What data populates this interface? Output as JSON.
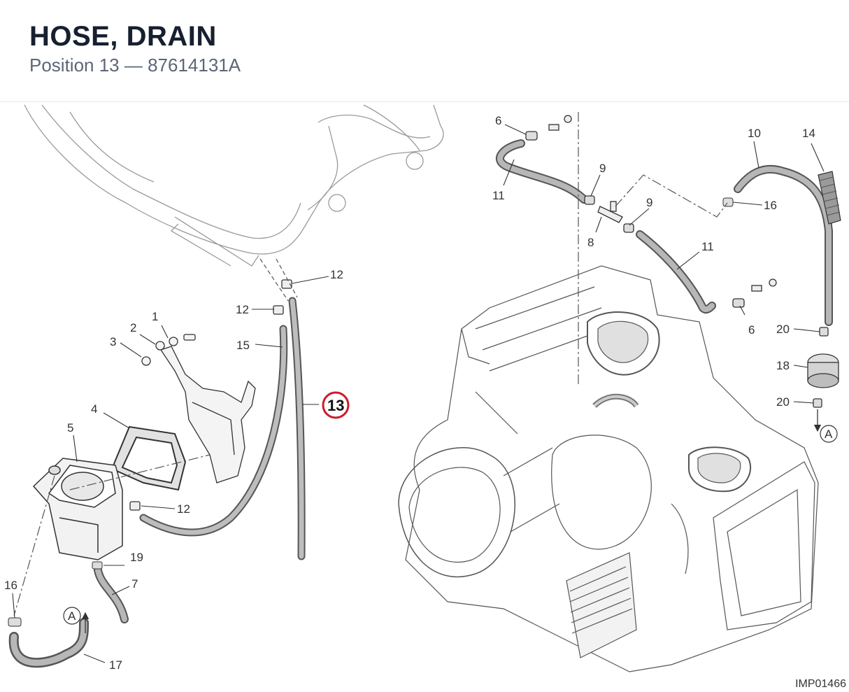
{
  "header": {
    "title": "HOSE, DRAIN",
    "subtitle": "Position 13 — 87614131A"
  },
  "image_code": "IMP01466",
  "highlight_color": "#d0192a",
  "callouts": {
    "c1": "1",
    "c2": "2",
    "c3": "3",
    "c4": "4",
    "c5": "5",
    "c6a": "6",
    "c6b": "6",
    "c7": "7",
    "c8": "8",
    "c9a": "9",
    "c9b": "9",
    "c10": "10",
    "c11a": "11",
    "c11b": "11",
    "c12a": "12",
    "c12b": "12",
    "c12c": "12",
    "c13": "13",
    "c14": "14",
    "c15": "15",
    "c16a": "16",
    "c16b": "16",
    "c17": "17",
    "c18": "18",
    "c19": "19",
    "c20a": "20",
    "c20b": "20",
    "refA1": "A",
    "refA2": "A"
  }
}
